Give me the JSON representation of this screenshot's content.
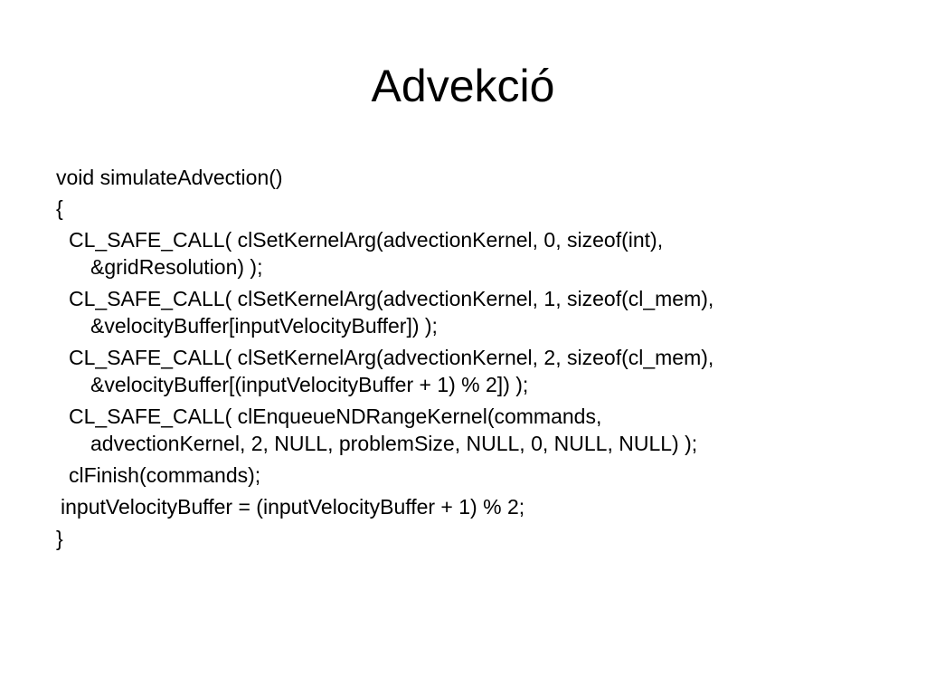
{
  "slide": {
    "title": "Advekció",
    "code": {
      "signature": "void simulateAdvection()",
      "open_brace": "{",
      "statements": [
        {
          "line1": "CL_SAFE_CALL( clSetKernelArg(advectionKernel, 0, sizeof(int),",
          "line2": "&gridResolution) );"
        },
        {
          "line1": "CL_SAFE_CALL( clSetKernelArg(advectionKernel, 1, sizeof(cl_mem),",
          "line2": "&velocityBuffer[inputVelocityBuffer]) );"
        },
        {
          "line1": "CL_SAFE_CALL( clSetKernelArg(advectionKernel, 2, sizeof(cl_mem),",
          "line2": "&velocityBuffer[(inputVelocityBuffer + 1) % 2]) );"
        },
        {
          "line1": "CL_SAFE_CALL( clEnqueueNDRangeKernel(commands,",
          "line2": "advectionKernel, 2, NULL, problemSize, NULL, 0, NULL, NULL) );"
        }
      ],
      "finish": "clFinish(commands);",
      "assign": "inputVelocityBuffer = (inputVelocityBuffer + 1) % 2;",
      "close_brace": "}"
    }
  }
}
